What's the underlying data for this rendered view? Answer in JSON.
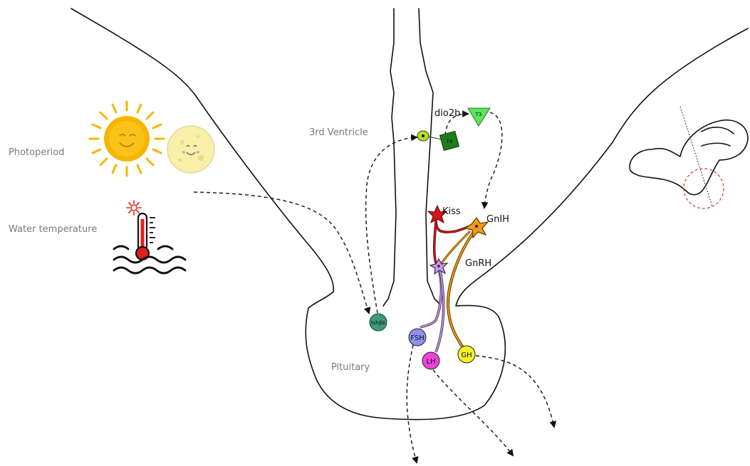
{
  "labels": {
    "photoperiod": "Photoperiod",
    "water_temperature": "Water temperature",
    "third_ventricle": "3rd Ventricle",
    "pituitary": "Pituitary",
    "dio2b": "dio2b",
    "t3": "T3",
    "t4": "T4",
    "kiss": "Kiss",
    "gnih": "GnIH",
    "gnrh": "GnRH",
    "tshbb": "tshβb",
    "fsh": "FSH",
    "lh": "LH",
    "gh": "GH"
  },
  "colors": {
    "sun": "#f7b500",
    "moon": "#f7efaa",
    "thermometer_red": "#e0201a",
    "t3": "#5fe35a",
    "t4": "#1d7d1d",
    "cell_green": "#b8e020",
    "kiss": "#d4141b",
    "gnih": "#f59a10",
    "gnrh": "#c79be6",
    "tshbb": "#3e9a7a",
    "fsh": "#8f8ff0",
    "lh": "#f044d8",
    "gh": "#f5f028",
    "brain_inset_circle": "#e03030"
  },
  "icons": [
    "sun-icon",
    "moon-icon",
    "thermometer-icon",
    "water-waves-icon",
    "brain-inset-icon"
  ]
}
